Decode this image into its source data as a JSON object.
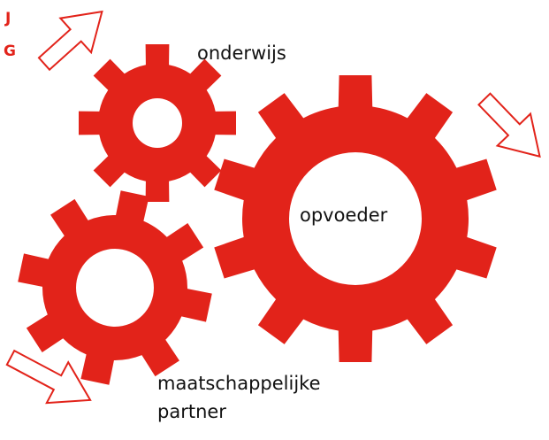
{
  "diagram": {
    "colors": {
      "gear": "#e2231a",
      "text": "#111111",
      "arrow_stroke": "#e2231a",
      "background": "#ffffff"
    },
    "labels": {
      "onderwijs": "onderwijs",
      "opvoeder": "opvoeder",
      "partner_line1": "maatschappelijke",
      "partner_line2": "partner"
    },
    "cut_off_text": {
      "line1": "J",
      "line2": "G"
    },
    "icons": [
      "gear-icon",
      "arrow-icon"
    ]
  }
}
